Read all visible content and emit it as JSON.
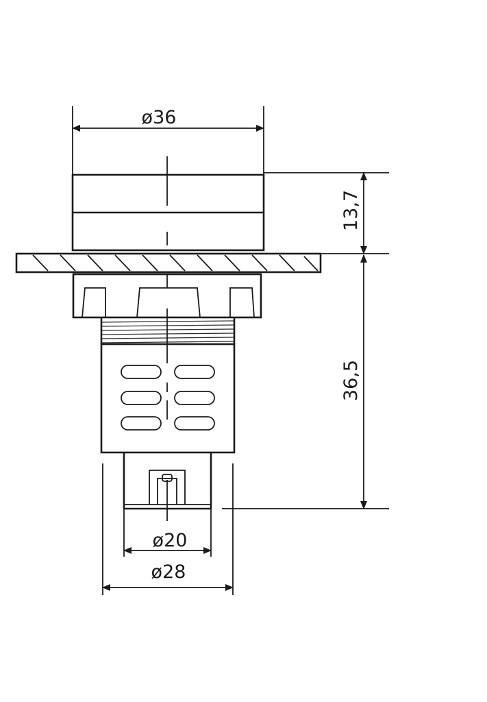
{
  "dimensions": {
    "top_diameter": "ø36",
    "cap_height": "13,7",
    "body_height": "36,5",
    "inner_diameter": "ø20",
    "outer_diameter": "ø28"
  },
  "colors": {
    "line": "#1a1a1a",
    "background": "#ffffff"
  }
}
